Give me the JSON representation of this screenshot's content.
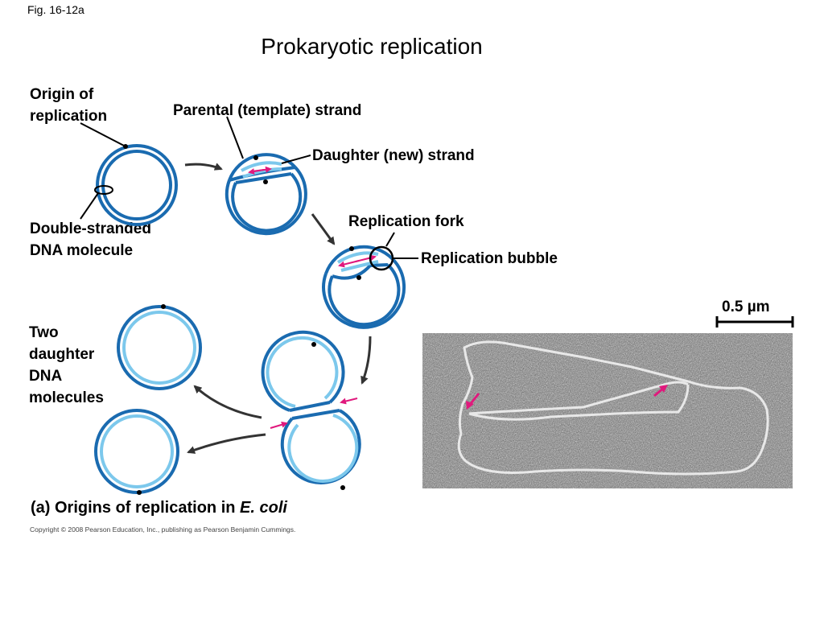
{
  "figure_tag": "Fig. 16-12a",
  "title": "Prokaryotic replication",
  "labels": {
    "origin_line1": "Origin of",
    "origin_line2": "replication",
    "parental_strand": "Parental (template) strand",
    "daughter_strand": "Daughter (new) strand",
    "double_stranded_line1": "Double-stranded",
    "double_stranded_line2": "DNA molecule",
    "replication_fork": "Replication fork",
    "replication_bubble": "Replication bubble",
    "two_daughter_line1": "Two",
    "two_daughter_line2": "daughter",
    "two_daughter_line3": "DNA",
    "two_daughter_line4": "molecules"
  },
  "caption_prefix": "(a) Origins of replication in ",
  "caption_species": "E. coli",
  "copyright": "Copyright © 2008 Pearson Education, Inc., publishing as Pearson Benjamin Cummings.",
  "scale_bar_label": "0.5 µm",
  "colors": {
    "parental_strand": "#1a6bb0",
    "daughter_strand": "#7cc8ec",
    "arrow_magenta": "#e0197d",
    "process_arrow": "#333333",
    "micrograph_bg": "#7a7a7a",
    "dna_trace": "#e6e6e6"
  }
}
